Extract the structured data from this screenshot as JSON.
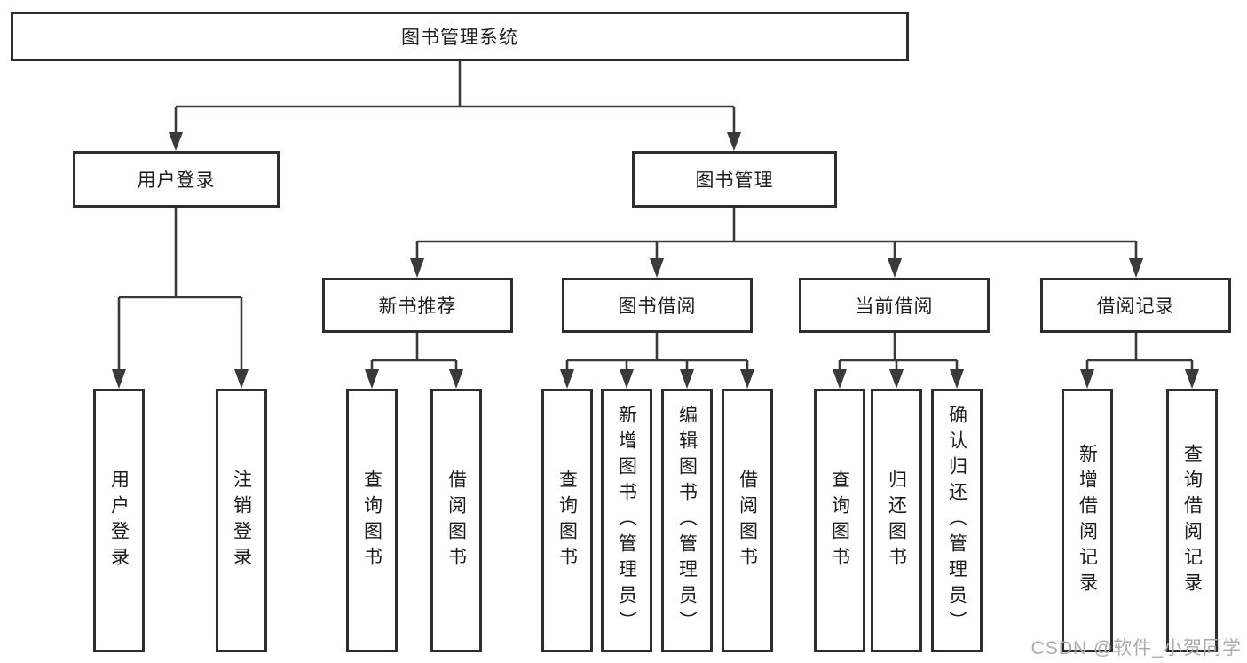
{
  "diagram_type": "hierarchy-tree",
  "tree": {
    "label": "图书管理系统",
    "children": [
      {
        "label": "用户登录",
        "children": [
          {
            "label": "用户登录"
          },
          {
            "label": "注销登录"
          }
        ]
      },
      {
        "label": "图书管理",
        "children": [
          {
            "label": "新书推荐",
            "children": [
              {
                "label": "查询图书"
              },
              {
                "label": "借阅图书"
              }
            ]
          },
          {
            "label": "图书借阅",
            "children": [
              {
                "label": "查询图书"
              },
              {
                "label": "新增图书（管理员）"
              },
              {
                "label": "编辑图书（管理员）"
              },
              {
                "label": "借阅图书"
              }
            ]
          },
          {
            "label": "当前借阅",
            "children": [
              {
                "label": "查询图书"
              },
              {
                "label": "归还图书"
              },
              {
                "label": "确认归还（管理员）"
              }
            ]
          },
          {
            "label": "借阅记录",
            "children": [
              {
                "label": "新增借阅记录"
              },
              {
                "label": "查询借阅记录"
              }
            ]
          }
        ]
      }
    ]
  },
  "watermark": {
    "text": "CSDN @软件_小贺同学"
  },
  "colors": {
    "background": "#ffffff",
    "line": "#3a3a3a",
    "box_border": "#2e2e2e",
    "text": "#1c1c1c",
    "watermark_text": "#ababab"
  }
}
